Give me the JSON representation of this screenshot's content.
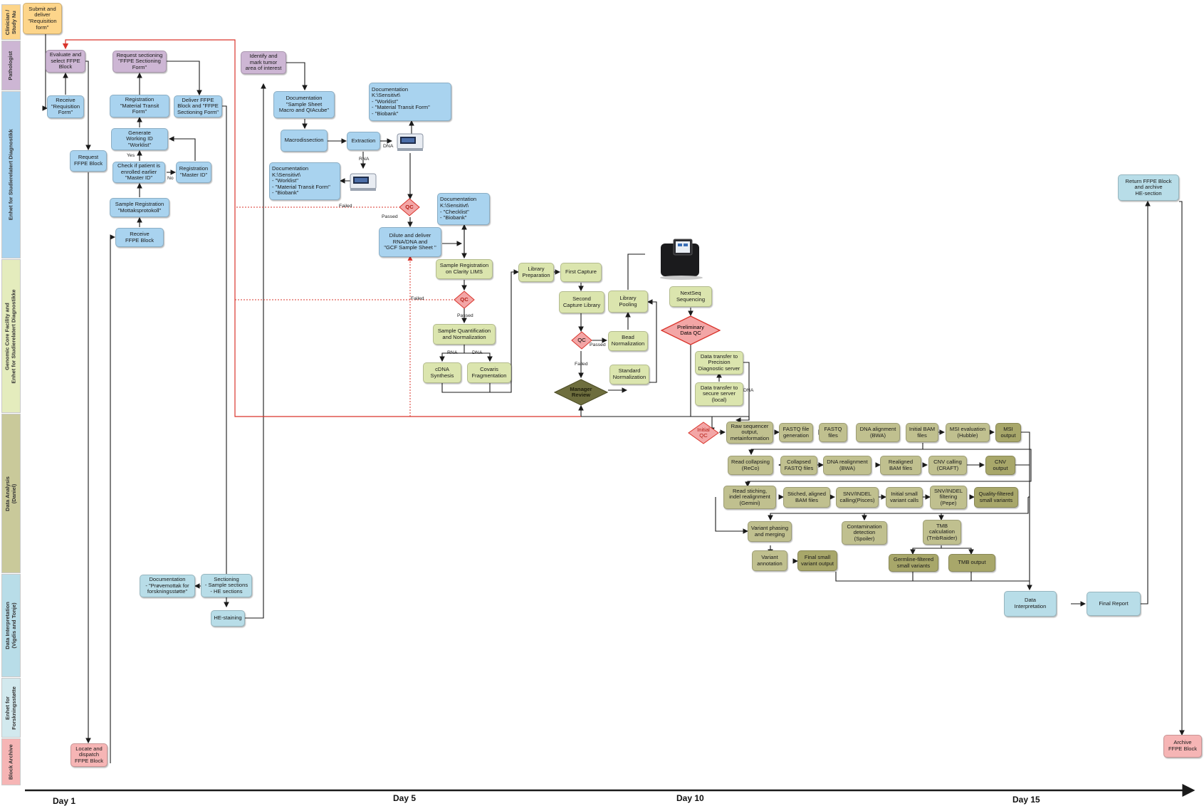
{
  "lanes": [
    {
      "id": "clinician",
      "label": "Clinician /\nStudy Nu",
      "color": "#fdd58a"
    },
    {
      "id": "pathologist",
      "label": "Pathologist",
      "color": "#cdb6d4"
    },
    {
      "id": "enhet",
      "label": "Enhet for Studierelatert Diagnostikk",
      "color": "#a9d3ef"
    },
    {
      "id": "genomic",
      "label": "Genomic Core Facility and\nEnhet for Studierelatert Diagnostikke",
      "color": "#e4ecbd"
    },
    {
      "id": "analysis",
      "label": "Data Analysis\n(Daniel)",
      "color": "#c9c99a"
    },
    {
      "id": "interp",
      "label": "Data Interpretation\n(Vigdis and Tonje)",
      "color": "#b8dde8"
    },
    {
      "id": "forsk",
      "label": "Enhet for\nForskningsstøtte",
      "color": "#d2e9ee"
    },
    {
      "id": "archive",
      "label": "Block Archive",
      "color": "#f6b5b5"
    }
  ],
  "nodes": {
    "submit": "Submit and\ndeliver\n\"Requisition\nform\"",
    "evaluate": "Evaluate and\nselect FFPE\nBlock",
    "receive_req": "Receive\n\"Requisition\nForm\"",
    "request_block": "Request\nFFPE Block",
    "locate": "Locate and\ndispatch\nFFPE Block",
    "req_sectioning": "Request sectioning\n\"FFPE Sectioning\nForm\"",
    "reg_mtf": "Registration\n\"Material Transit\nForm\"",
    "deliver_ffpe": "Deliver FFPE\nBlock and \"FFPE\nSectioning Form\"",
    "gen_id": "Generate\nWorking ID\n\"Worklist\"",
    "check_patient": "Check if patient is\nenrolled earlier\n\"Master ID\"",
    "reg_master": "Registration\n\"Master ID\"",
    "sample_reg": "Sample Registration\n\"Mottaksprotokoll\"",
    "receive_block": "Receive\nFFPE Block",
    "identify": "Identify and\nmark tumor\narea of interest",
    "doc_sheet": "Documentation\n\"Sample Sheet\nMacro and QIAcube\"",
    "macro": "Macrodissection",
    "extraction": "Extraction",
    "doc_extract": "Documentation\nK:\\Sensitivt\\\n- \"Worklist\"\n- \"Material Transit Form\"\n- \"Biobank\"",
    "doc_rna": "Documentation\nK:\\Sensitivt\\\n- \"Worklist\"\n- \"Material Transit Form\"\n- \"Biobank\"",
    "doc_checklist": "Documentation\nK:\\Sensitivt\\\n- \"Checklist\"\n- \"Biobank\"",
    "dilute": "Dilute and deliver\nRNA/DNA and\n\"GCF Sample Sheet \"",
    "clarity": "Sample Registration\non Clarity LIMS",
    "quant": "Sample Quantification\nand Normalization",
    "cdna": "cDNA\nSynthesis",
    "covaris": "Covaris\nFragmentation",
    "libprep": "Library\nPreparation",
    "first_capture": "First Capture",
    "second_capture": "Second\nCapture Library",
    "lib_pool": "Library\nPooling",
    "bead_norm": "Bead\nNormalization",
    "std_norm": "Standard\nNormalization",
    "nextseq": "NextSeq\nSequencing",
    "transfer_pd": "Data transfer to\nPrecision\nDiagnostic server",
    "transfer_local": "Data transfer to\nsecure server\n(local)",
    "return_block": "Return FFPE Block\nand archive\nHE-section",
    "archive_block": "Archive\nFFPE Block",
    "raw_seq": "Raw sequencer\noutput,\nmetainformation",
    "fastq_gen": "FASTQ file\ngeneration",
    "fastq_files": "FASTQ\nfiles",
    "dna_align": "DNA alignment\n(BWA)",
    "initial_bam": "Initial BAM\nfiles",
    "msi_eval": "MSI evaluation\n(Hubble)",
    "msi_out": "MSI\noutput",
    "read_collapse": "Read collapsing\n(ReCo)",
    "collapsed_fastq": "Collapsed\nFASTQ files",
    "dna_realign": "DNA realignment\n(BWA)",
    "realigned_bam": "Realigned\nBAM files",
    "cnv_calling": "CNV calling\n(CRAFT)",
    "cnv_out": "CNV\noutput",
    "read_stitch": "Read stiching,\nindel realignment\n(Gemini)",
    "stitched_bam": "Stiched, aligned\nBAM files",
    "snv_call": "SNV/INDEL\ncalling(Pisces)",
    "initial_small": "Initial small\nvariant calls",
    "snv_filter": "SNV/INDEL\nfiltering\n(Pepe)",
    "qf_small": "Quality-filtered\nsmall variants",
    "phasing": "Variant phasing\nand merging",
    "contamination": "Contamination\ndetection\n(Spoiler)",
    "tmb_calc": "TMB\ncalculation\n(TmbRaider)",
    "annotation": "Variant\nannotation",
    "final_small": "Final small\nvariant output",
    "germline": "Germline-filtered\nsmall variants",
    "tmb_out": "TMB output",
    "data_interp": "Data\nInterpretation",
    "final_report": "Final Report",
    "doc_prove": "Documentation\n- \"Prøvemottak for\nforskningsstøtte\"",
    "sectioning": "Sectioning\n- Sample sections\n- HE sections",
    "he_staining": "HE-staining"
  },
  "decisions": {
    "qc1": "QC",
    "qc2": "QC",
    "qc3": "QC",
    "prelim_qc": "Preliminary\nData QC",
    "manager": "Manager\nReview",
    "initial_qc": "Initial\nQC"
  },
  "edge_labels": {
    "dna1": "DNA",
    "rna1": "RNA",
    "yes": "Yes",
    "no": "No",
    "failed1": "Failed",
    "passed1": "Passed",
    "failed2": "Failed",
    "passed2": "Passed",
    "rna2": "RNA",
    "dna2": "DNA",
    "passed3": "Passed",
    "failed3": "Failed",
    "dna3": "DNA"
  },
  "days": [
    "Day 1",
    "Day 5",
    "Day 10",
    "Day 15"
  ],
  "colors": {
    "arrow": "#1a1a1a",
    "fail_arrow": "#d9342b",
    "decision_fill": "#f3a6a6",
    "decision_stroke": "#d9342b",
    "manager_fill": "#6e6e3e"
  }
}
